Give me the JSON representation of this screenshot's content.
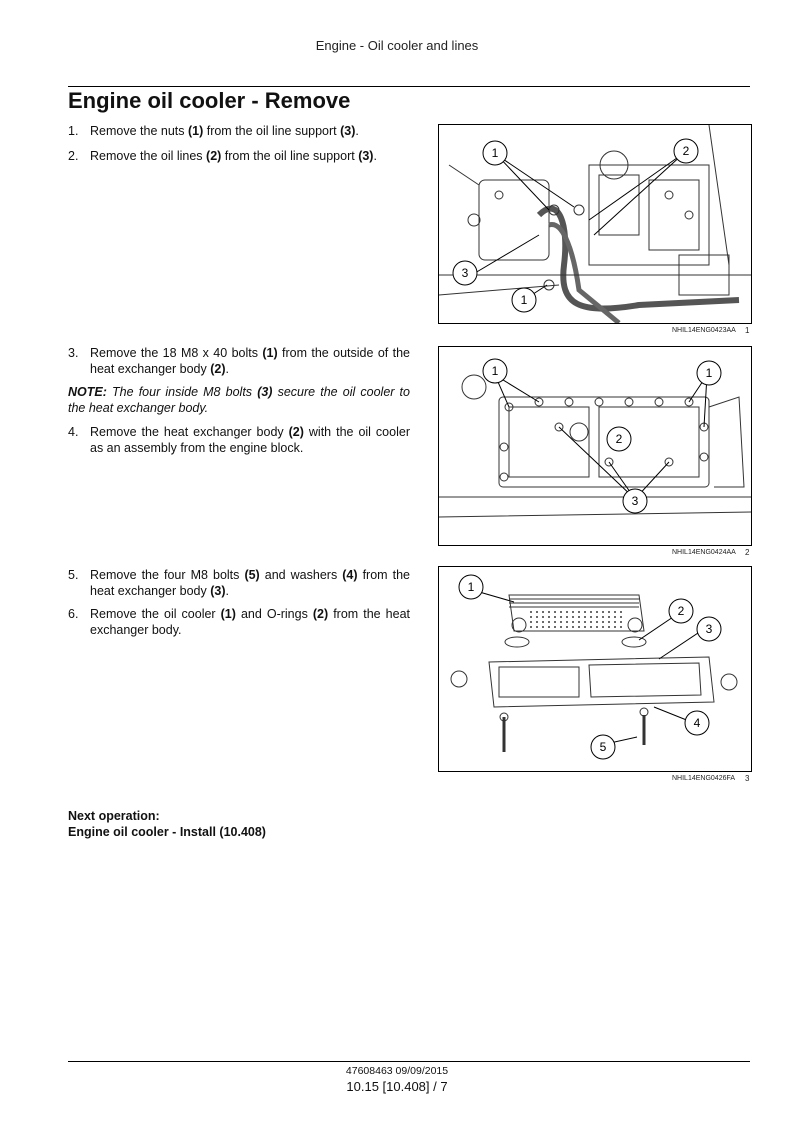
{
  "header": {
    "section": "Engine - Oil cooler and lines"
  },
  "page": {
    "title": "Engine oil cooler - Remove"
  },
  "steps": [
    {
      "num": "1.",
      "pre": "Remove the nuts ",
      "b1": "(1)",
      "mid": " from the oil line support ",
      "b2": "(3)",
      "post": "."
    },
    {
      "num": "2.",
      "pre": "Remove the oil lines ",
      "b1": "(2)",
      "mid": " from the oil line support ",
      "b2": "(3)",
      "post": "."
    },
    {
      "num": "3.",
      "pre": "Remove the 18 M8 x 40 bolts ",
      "b1": "(1)",
      "mid": " from the outside of the heat exchanger body ",
      "b2": "(2)",
      "post": "."
    },
    {
      "num": "4.",
      "pre": "Remove the heat exchanger body ",
      "b1": "(2)",
      "mid": " with the oil cooler as an assembly from the engine block.",
      "b2": "",
      "post": ""
    },
    {
      "num": "5.",
      "pre": "Remove the four M8 bolts ",
      "b1": "(5)",
      "mid": " and washers ",
      "b2": "(4)",
      "post": " from the heat exchanger body ",
      "b3": "(3)",
      "post2": "."
    },
    {
      "num": "6.",
      "pre": "Remove the oil cooler ",
      "b1": "(1)",
      "mid": " and O-rings ",
      "b2": "(2)",
      "post": " from the heat exchanger body."
    }
  ],
  "note": {
    "label": "NOTE:",
    "pre": " The four inside M8 bolts ",
    "b1": "(3)",
    "post": " secure the oil cooler to the heat exchanger body."
  },
  "figures": [
    {
      "code": "NHIL14ENG0423AA",
      "num": "1",
      "callouts": [
        "1",
        "2",
        "3",
        "1"
      ]
    },
    {
      "code": "NHIL14ENG0424AA",
      "num": "2",
      "callouts": [
        "1",
        "1",
        "2",
        "3"
      ]
    },
    {
      "code": "NHIL14ENG0426FA",
      "num": "3",
      "callouts": [
        "1",
        "2",
        "3",
        "4",
        "5"
      ]
    }
  ],
  "next_operation": {
    "label": "Next operation:",
    "link": "Engine oil cooler - Install (10.408)"
  },
  "footer": {
    "doc": "47608463 09/09/2015",
    "page": "10.15 [10.408] / 7"
  }
}
